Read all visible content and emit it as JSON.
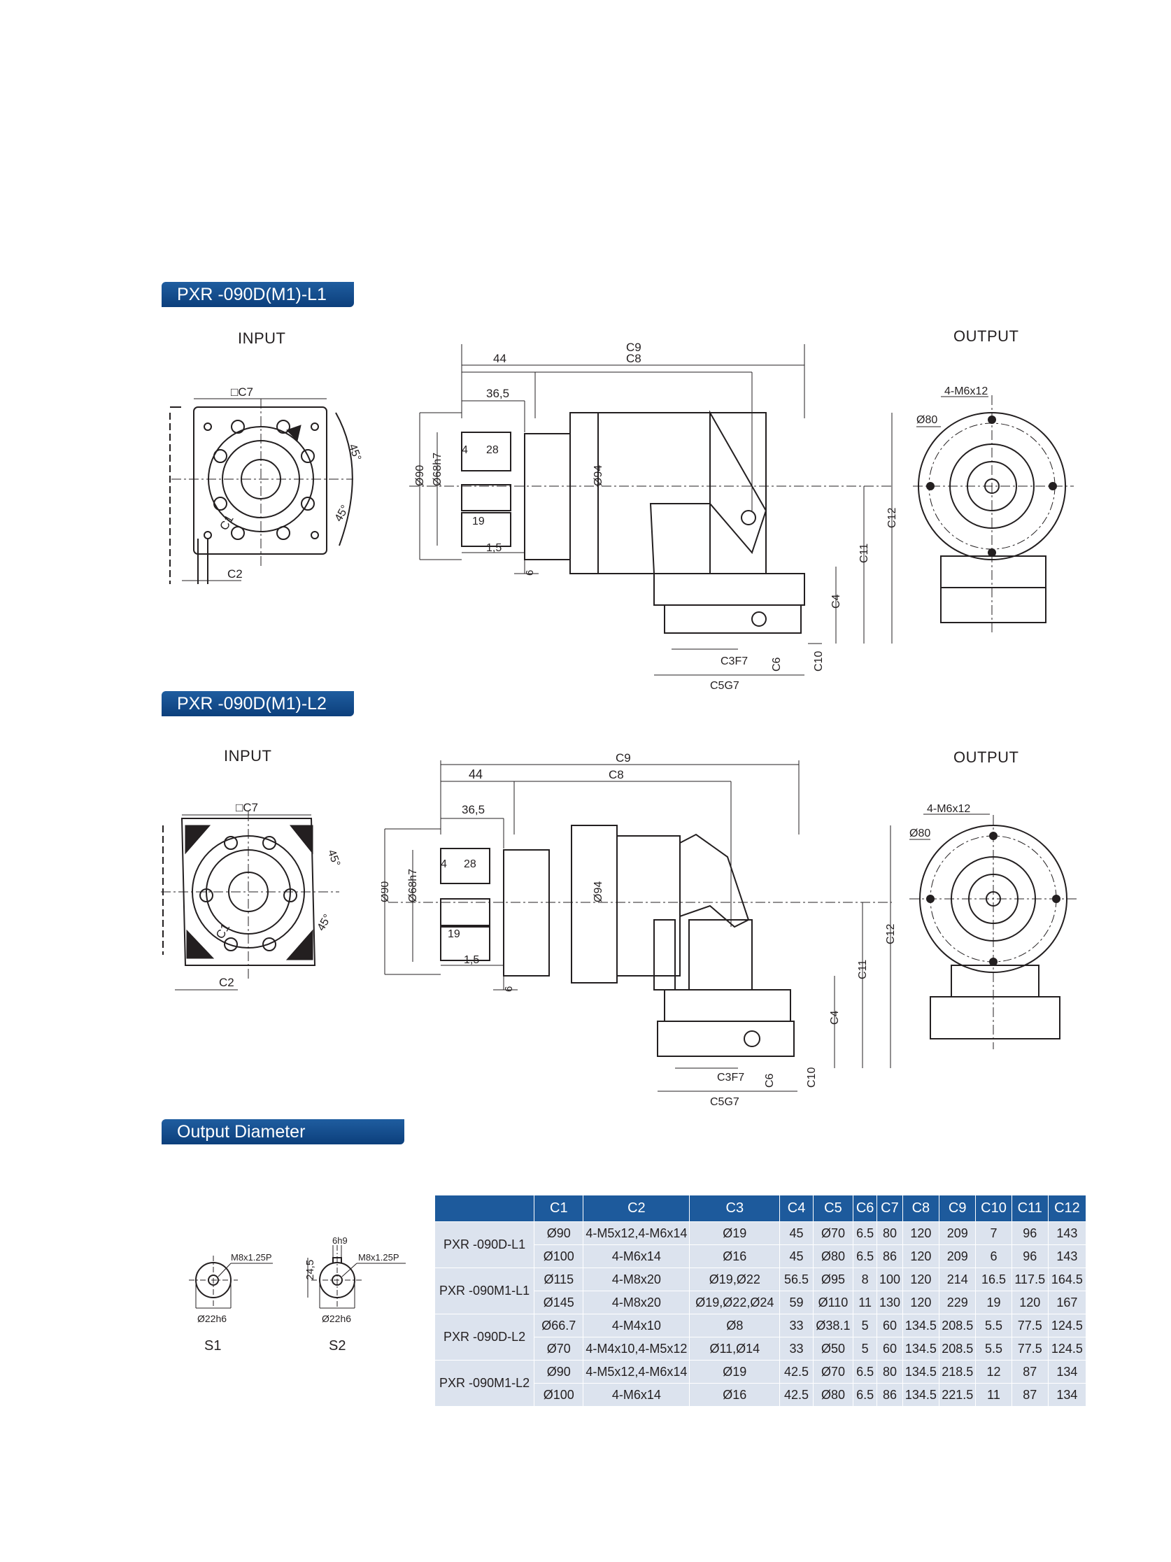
{
  "sections": {
    "l1_title": "PXR -090D(M1)-L1",
    "l2_title": "PXR -090D(M1)-L2",
    "output_title": "Output Diameter"
  },
  "views": {
    "input": "INPUT",
    "output": "OUTPUT"
  },
  "dims_l1": {
    "c9": "C9",
    "d44": "44",
    "c8": "C8",
    "c7": "□C7",
    "d365": "36,5",
    "d4": "4",
    "d28": "28",
    "d19": "19",
    "d15": "1,5",
    "d6": "6",
    "o90": "Ø90",
    "o68": "Ø68h7",
    "o94": "Ø94",
    "c12": "C12",
    "c11": "C11",
    "c4": "C4",
    "c10": "C10",
    "c6": "C6",
    "c3": "C3F7",
    "c5": "C5G7",
    "c1": "C1",
    "c2": "C2",
    "a45a": "45°",
    "a45b": "45°",
    "m6": "4-M6x12",
    "o80": "Ø80"
  },
  "dims_l2": {
    "c9": "C9",
    "d44": "44",
    "c8": "C8",
    "c7": "□C7",
    "d365": "36,5",
    "d4": "4",
    "d28": "28",
    "d19": "19",
    "d15": "1,5",
    "d6": "6",
    "o90": "Ø90",
    "o68": "Ø68h7",
    "o94": "Ø94",
    "c12": "C12",
    "c11": "C11",
    "c4": "C4",
    "c10": "C10",
    "c6": "C6",
    "c3": "C3F7",
    "c5": "C5G7",
    "c1": "C1",
    "c2": "C2",
    "a45a": "45°",
    "a45b": "45°",
    "m6": "4-M6x12",
    "o80": "Ø80"
  },
  "shafts": {
    "s1": {
      "name": "S1",
      "thread": "M8x1.25P",
      "dia": "Ø22h6"
    },
    "s2": {
      "name": "S2",
      "thread": "M8x1.25P",
      "dia": "Ø22h6",
      "key": "6h9",
      "height": "24,5"
    }
  },
  "table": {
    "headers": [
      "",
      "C1",
      "C2",
      "C3",
      "C4",
      "C5",
      "C6",
      "C7",
      "C8",
      "C9",
      "C10",
      "C11",
      "C12"
    ],
    "groups": [
      {
        "model": "PXR -090D-L1",
        "rows": [
          [
            "Ø90",
            "4-M5x12,4-M6x14",
            "Ø19",
            "45",
            "Ø70",
            "6.5",
            "80",
            "120",
            "209",
            "7",
            "96",
            "143"
          ],
          [
            "Ø100",
            "4-M6x14",
            "Ø16",
            "45",
            "Ø80",
            "6.5",
            "86",
            "120",
            "209",
            "6",
            "96",
            "143"
          ]
        ]
      },
      {
        "model": "PXR -090M1-L1",
        "rows": [
          [
            "Ø115",
            "4-M8x20",
            "Ø19,Ø22",
            "56.5",
            "Ø95",
            "8",
            "100",
            "120",
            "214",
            "16.5",
            "117.5",
            "164.5"
          ],
          [
            "Ø145",
            "4-M8x20",
            "Ø19,Ø22,Ø24",
            "59",
            "Ø110",
            "11",
            "130",
            "120",
            "229",
            "19",
            "120",
            "167"
          ]
        ]
      },
      {
        "model": "PXR -090D-L2",
        "rows": [
          [
            "Ø66.7",
            "4-M4x10",
            "Ø8",
            "33",
            "Ø38.1",
            "5",
            "60",
            "134.5",
            "208.5",
            "5.5",
            "77.5",
            "124.5"
          ],
          [
            "Ø70",
            "4-M4x10,4-M5x12",
            "Ø11,Ø14",
            "33",
            "Ø50",
            "5",
            "60",
            "134.5",
            "208.5",
            "5.5",
            "77.5",
            "124.5"
          ]
        ]
      },
      {
        "model": "PXR -090M1-L2",
        "rows": [
          [
            "Ø90",
            "4-M5x12,4-M6x14",
            "Ø19",
            "42.5",
            "Ø70",
            "6.5",
            "80",
            "134.5",
            "218.5",
            "12",
            "87",
            "134"
          ],
          [
            "Ø100",
            "4-M6x14",
            "Ø16",
            "42.5",
            "Ø80",
            "6.5",
            "86",
            "134.5",
            "221.5",
            "11",
            "87",
            "134"
          ]
        ]
      }
    ]
  }
}
